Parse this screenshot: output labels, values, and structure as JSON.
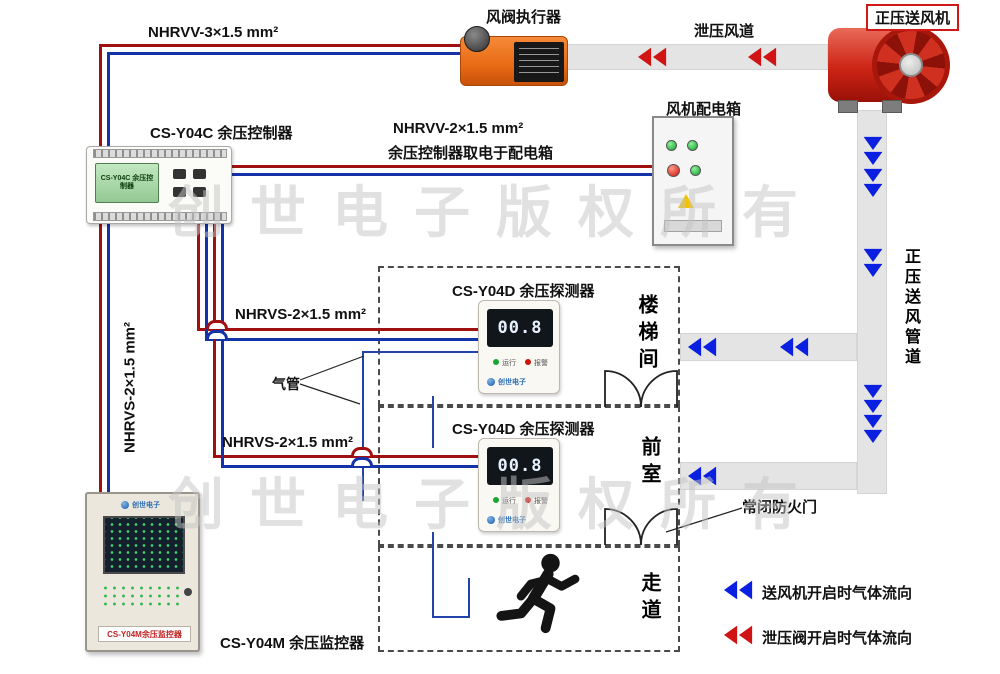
{
  "colors": {
    "wire_red": "#a01010",
    "wire_blue": "#1533a8",
    "duct": "#e4e4e4",
    "arrow_blue": "#0a1fe0",
    "arrow_red": "#d01414",
    "fan_red": "#cc2415",
    "actuator_orange": "#e86a14",
    "watermark": "#c4c4c4"
  },
  "watermark": {
    "text": "创世电子版权所有"
  },
  "cables": {
    "nhrvv3": "NHRVV-3×1.5 mm²",
    "nhrvv2_line1": "NHRVV-2×1.5 mm²",
    "nhrvv2_line2": "余压控制器取电于配电箱",
    "nhrvs_detector1": "NHRVS-2×1.5 mm²",
    "nhrvs_detector2": "NHRVS-2×1.5 mm²",
    "nhrvs_monitor": "NHRVS-2×1.5 mm²",
    "air_tube": "气管"
  },
  "components": {
    "actuator": {
      "label": "风阀执行器"
    },
    "fan": {
      "label": "正压送风机"
    },
    "relief_duct": {
      "label": "泄压风道"
    },
    "supply_duct": {
      "label": "正压送风管道"
    },
    "controller": {
      "label": "CS-Y04C 余压控制器",
      "screen_text": "CS-Y04C 余压控制器"
    },
    "dist_box": {
      "label": "风机配电箱"
    },
    "monitor": {
      "label": "CS-Y04M 余压监控器",
      "panel_label": "CS-Y04M余压监控器",
      "brand": "创世电子"
    },
    "fire_door": {
      "label": "常闭防火门"
    }
  },
  "detectors": [
    {
      "title": "CS-Y04D 余压探测器",
      "display": "00.8",
      "run_label": "运行",
      "alarm_label": "报警",
      "brand": "创世电子"
    },
    {
      "title": "CS-Y04D 余压探测器",
      "display": "00.8",
      "run_label": "运行",
      "alarm_label": "报警",
      "brand": "创世电子"
    }
  ],
  "rooms": [
    {
      "name": "楼梯间"
    },
    {
      "name": "前室"
    },
    {
      "name": "走道"
    }
  ],
  "legend": [
    {
      "color": "blue",
      "text": "送风机开启时气体流向"
    },
    {
      "color": "red",
      "text": "泄压阀开启时气体流向"
    }
  ]
}
